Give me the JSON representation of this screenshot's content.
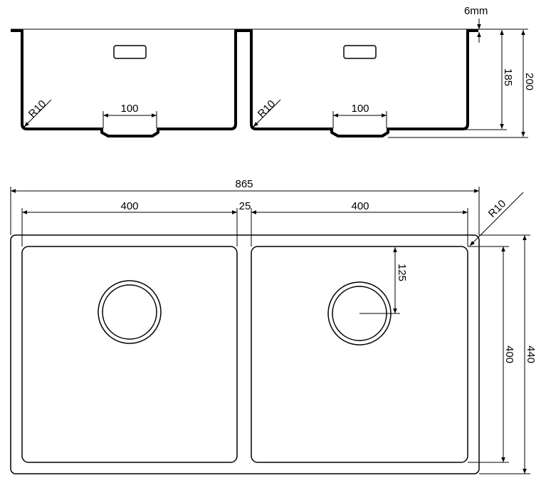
{
  "side_view": {
    "lip_thickness": "6mm",
    "inner_depth": "185",
    "total_depth": "200",
    "left_drain_width": "100",
    "right_drain_width": "100",
    "left_radius": "R10",
    "right_radius": "R10"
  },
  "top_view": {
    "overall_width": "865",
    "left_bowl_width": "400",
    "divider_width": "25",
    "right_bowl_width": "400",
    "corner_radius": "R10",
    "drain_offset": "125",
    "bowl_depth": "400",
    "overall_depth": "440"
  },
  "colors": {
    "line": "#000000",
    "background": "#ffffff"
  }
}
